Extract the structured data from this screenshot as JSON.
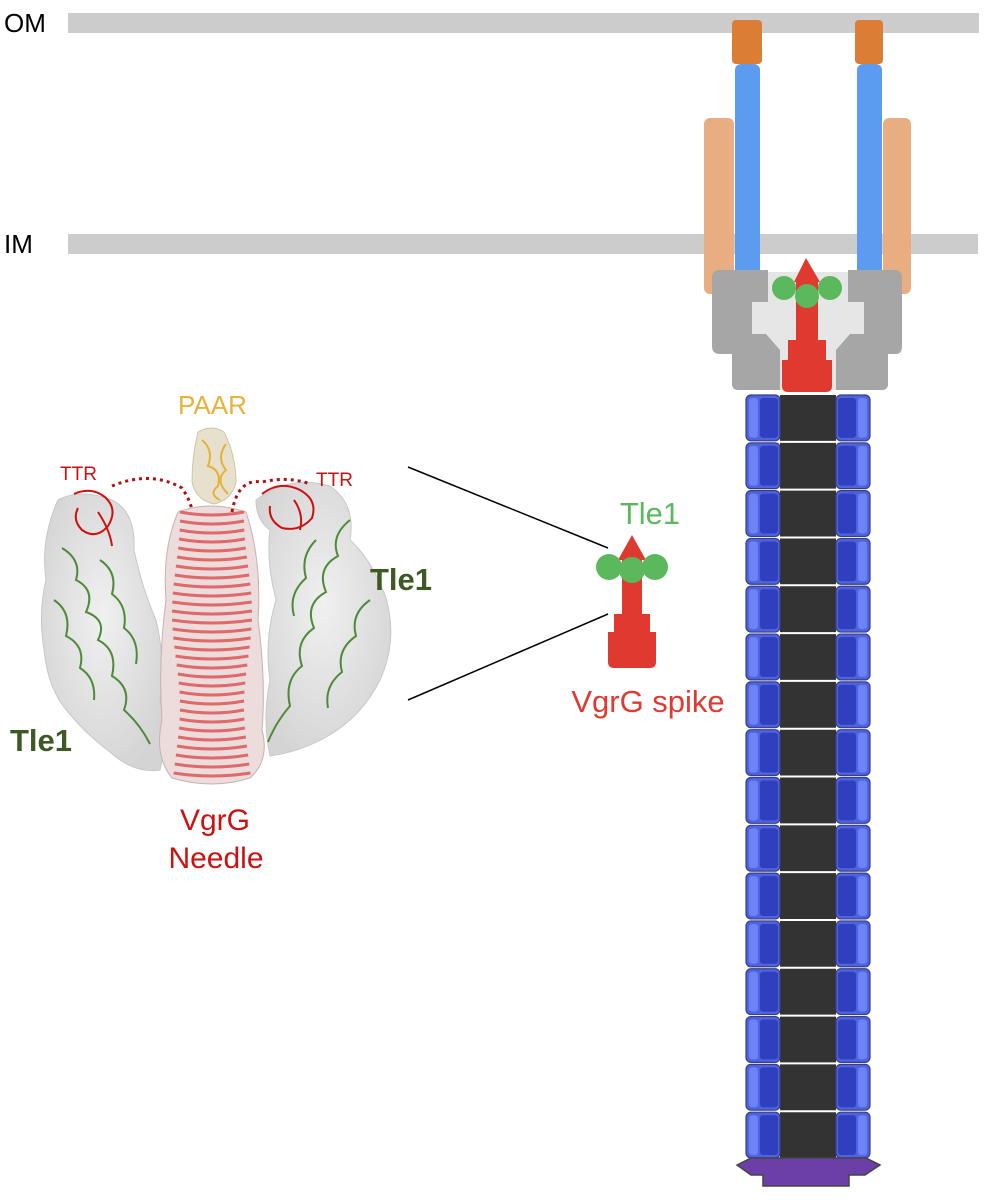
{
  "labels": {
    "om": "OM",
    "im": "IM",
    "paar": "PAAR",
    "ttr_left": "TTR",
    "ttr_right": "TTR",
    "tle1_structure_right": "Tle1",
    "tle1_structure_left": "Tle1",
    "vgrg_needle_line1": "VgrG",
    "vgrg_needle_line2": "Needle",
    "tle1_schematic": "Tle1",
    "vgrg_spike": "VgrG spike"
  },
  "colors": {
    "membrane": "#cccccc",
    "paar": "#e8b23a",
    "ttr": "#cc1111",
    "tle1_dark": "#3d5a25",
    "tle1_light": "#5cb85c",
    "vgrg": "#e03a30",
    "sheath_blue": "#4f63e0",
    "tube": "#333333",
    "baseplate": "#a6a6a6",
    "membrane_complex_blue": "#5b9cf0",
    "membrane_complex_orange": "#dc7d36",
    "membrane_complex_tan": "#e8ad80",
    "baseplate_purple": "#6a3fa8"
  },
  "sheath_ring_count": 16
}
